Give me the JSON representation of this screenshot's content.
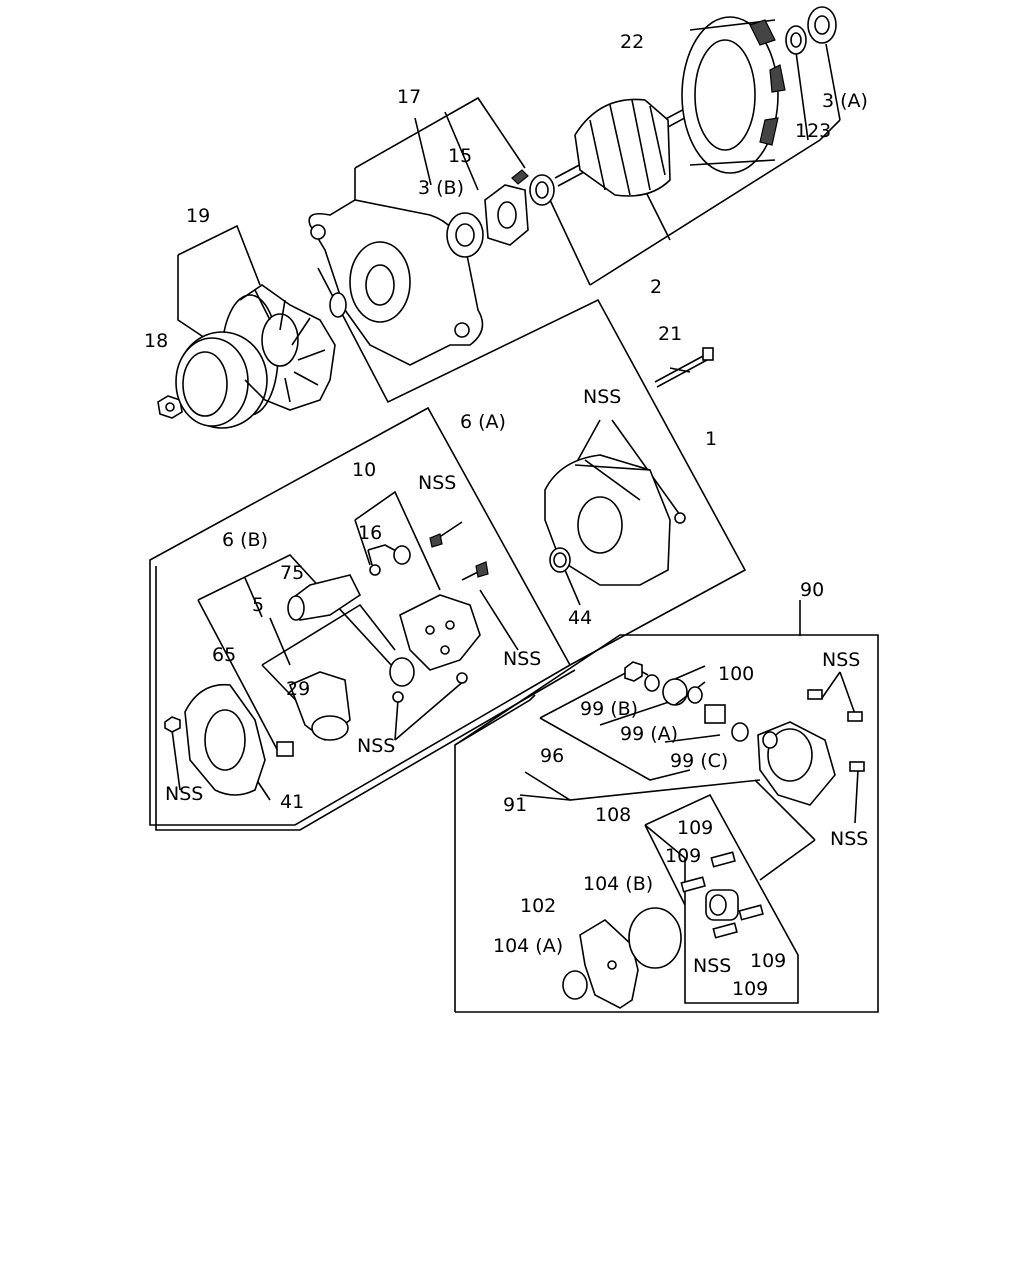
{
  "labels": {
    "l1": "1",
    "l2": "2",
    "l3a": "3 (A)",
    "l3b": "3 (B)",
    "l5": "5",
    "l6a": "6 (A)",
    "l6b": "6 (B)",
    "l10": "10",
    "l15": "15",
    "l16": "16",
    "l17": "17",
    "l18": "18",
    "l19": "19",
    "l21": "21",
    "l22": "22",
    "l29": "29",
    "l41": "41",
    "l44": "44",
    "l65": "65",
    "l75": "75",
    "l90": "90",
    "l91": "91",
    "l96": "96",
    "l99a": "99 (A)",
    "l99b": "99 (B)",
    "l99c": "99 (C)",
    "l100": "100",
    "l102": "102",
    "l104a": "104 (A)",
    "l104b": "104 (B)",
    "l108": "108",
    "l109": "109",
    "l123": "123",
    "nss": "NSS"
  }
}
